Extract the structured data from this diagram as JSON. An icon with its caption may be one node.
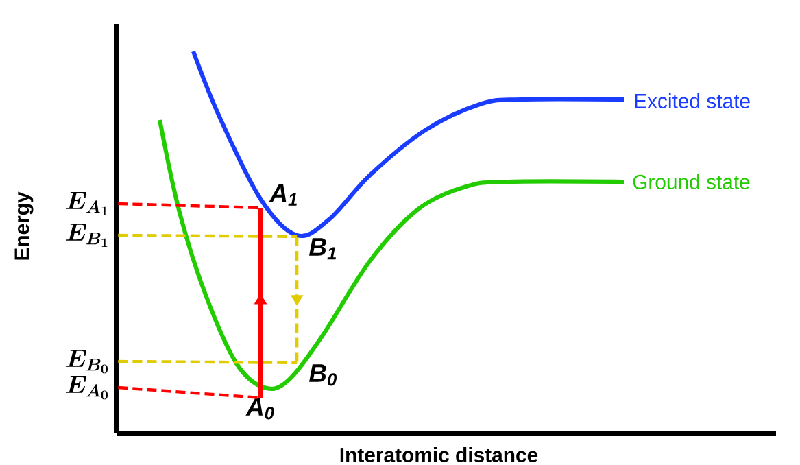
{
  "diagram": {
    "nodes": [
      {
        "text": [
          "E_{A_1}"
        ]
      },
      {
        "text": [
          "A$_{1}$"
        ]
      },
      {
        "text": [
          "E_{B_1}"
        ]
      },
      {
        "text": [
          "B$_{1}$"
        ]
      },
      {
        "text": [
          "E_{B_0}"
        ]
      },
      {
        "text": [
          "B$_{0}$"
        ]
      },
      {
        "text": [
          "E_{A_0}"
        ]
      },
      {
        "text": [
          "A$_{0}$"
        ]
      }
    ],
    "edges": [
      {
        "from": 7,
        "to": 1,
        "arrow": "to",
        "style": "thick",
        "color": "#ff0000"
      },
      {
        "from": 3,
        "to": 5,
        "arrow": "to",
        "style": "dashed",
        "color": "#e0cc00"
      },
      {
        "from": 0,
        "to": 1,
        "arrow": "none",
        "style": "dashed",
        "color": "#ff0000"
      },
      {
        "from": 2,
        "to": 3,
        "arrow": "none",
        "style": "dashed",
        "color": "#e0cc00"
      },
      {
        "from": 4,
        "to": 5,
        "arrow": "none",
        "style": "dashed",
        "color": "#e0cc00"
      },
      {
        "from": 6,
        "to": 7,
        "arrow": "none",
        "style": "dashed",
        "color": "#ff0000"
      }
    ],
    "labels": [
      "Excited state",
      "Ground state",
      "Energy",
      "Interatomic distance"
    ]
  }
}
